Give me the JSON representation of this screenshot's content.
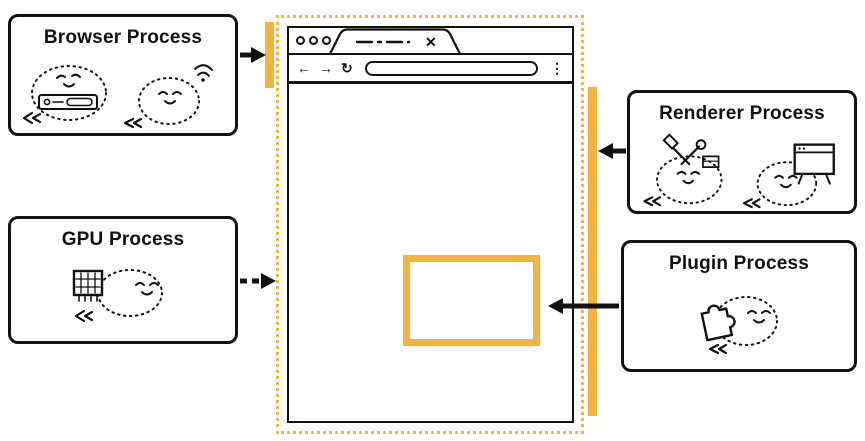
{
  "diagram": {
    "colors": {
      "accent": "#F3B33D",
      "ink": "#111111"
    },
    "boxes": {
      "browser": {
        "label": "Browser Process"
      },
      "gpu": {
        "label": "GPU Process"
      },
      "renderer": {
        "label": "Renderer Process"
      },
      "plugin": {
        "label": "Plugin Process"
      }
    },
    "browser_window": {
      "tab_close": "✕",
      "nav": {
        "back": "←",
        "forward": "→",
        "reload": "↻",
        "menu": "⋮"
      }
    }
  }
}
